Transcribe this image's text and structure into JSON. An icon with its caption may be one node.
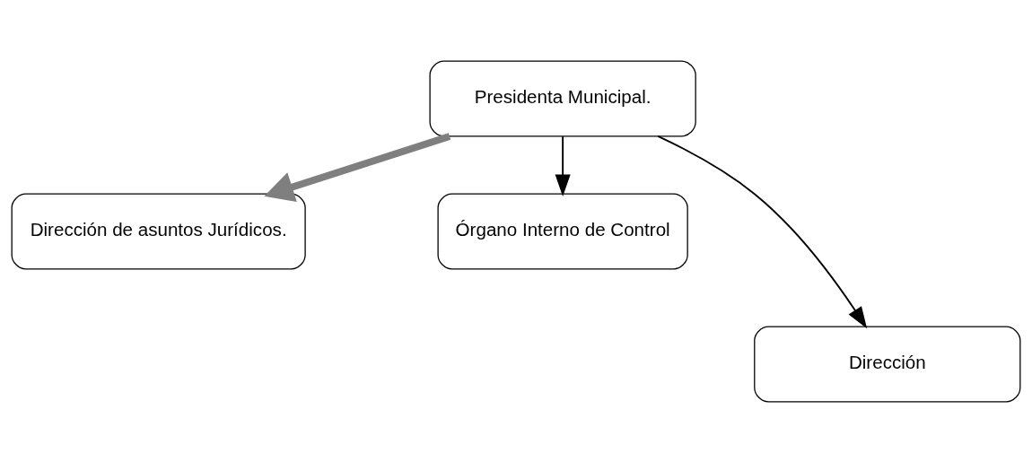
{
  "diagram": {
    "nodes": [
      {
        "text": [
          "Presidenta Municipal."
        ]
      },
      {
        "text": [
          "Dirección de asuntos Jurídicos."
        ]
      },
      {
        "text": [
          "Órgano Interno de Control"
        ]
      },
      {
        "text": [
          "Dirección"
        ]
      }
    ],
    "edges": [
      {
        "from": 0,
        "to": 3,
        "arrow": "to"
      },
      {
        "from": 0,
        "to": 1,
        "arrow": "to",
        "style": "thick",
        "color": "#7f7f7f"
      },
      {
        "from": 0,
        "to": 2,
        "arrow": "to"
      }
    ]
  }
}
